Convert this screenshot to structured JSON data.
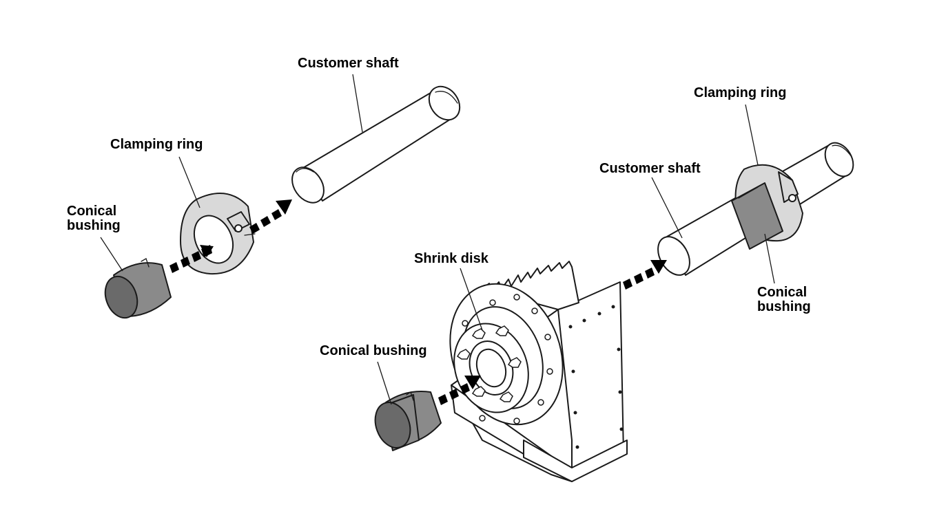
{
  "labels": {
    "customer_shaft_left": "Customer shaft",
    "clamping_ring_left": "Clamping ring",
    "conical_bushing_left_line1": "Conical",
    "conical_bushing_left_line2": "bushing",
    "shrink_disk": "Shrink disk",
    "conical_bushing_center": "Conical bushing",
    "clamping_ring_right": "Clamping ring",
    "customer_shaft_right": "Customer shaft",
    "conical_bushing_right_line1": "Conical",
    "conical_bushing_right_line2": "bushing"
  },
  "colors": {
    "outline": "#1a1a1a",
    "bushing_fill": "#8a8a8a",
    "ring_fill": "#d9d9d9",
    "background": "#ffffff"
  },
  "icons": [
    "arrow-icon",
    "shaft-icon",
    "clamping-ring-icon",
    "bushing-icon",
    "gear-unit-icon"
  ]
}
